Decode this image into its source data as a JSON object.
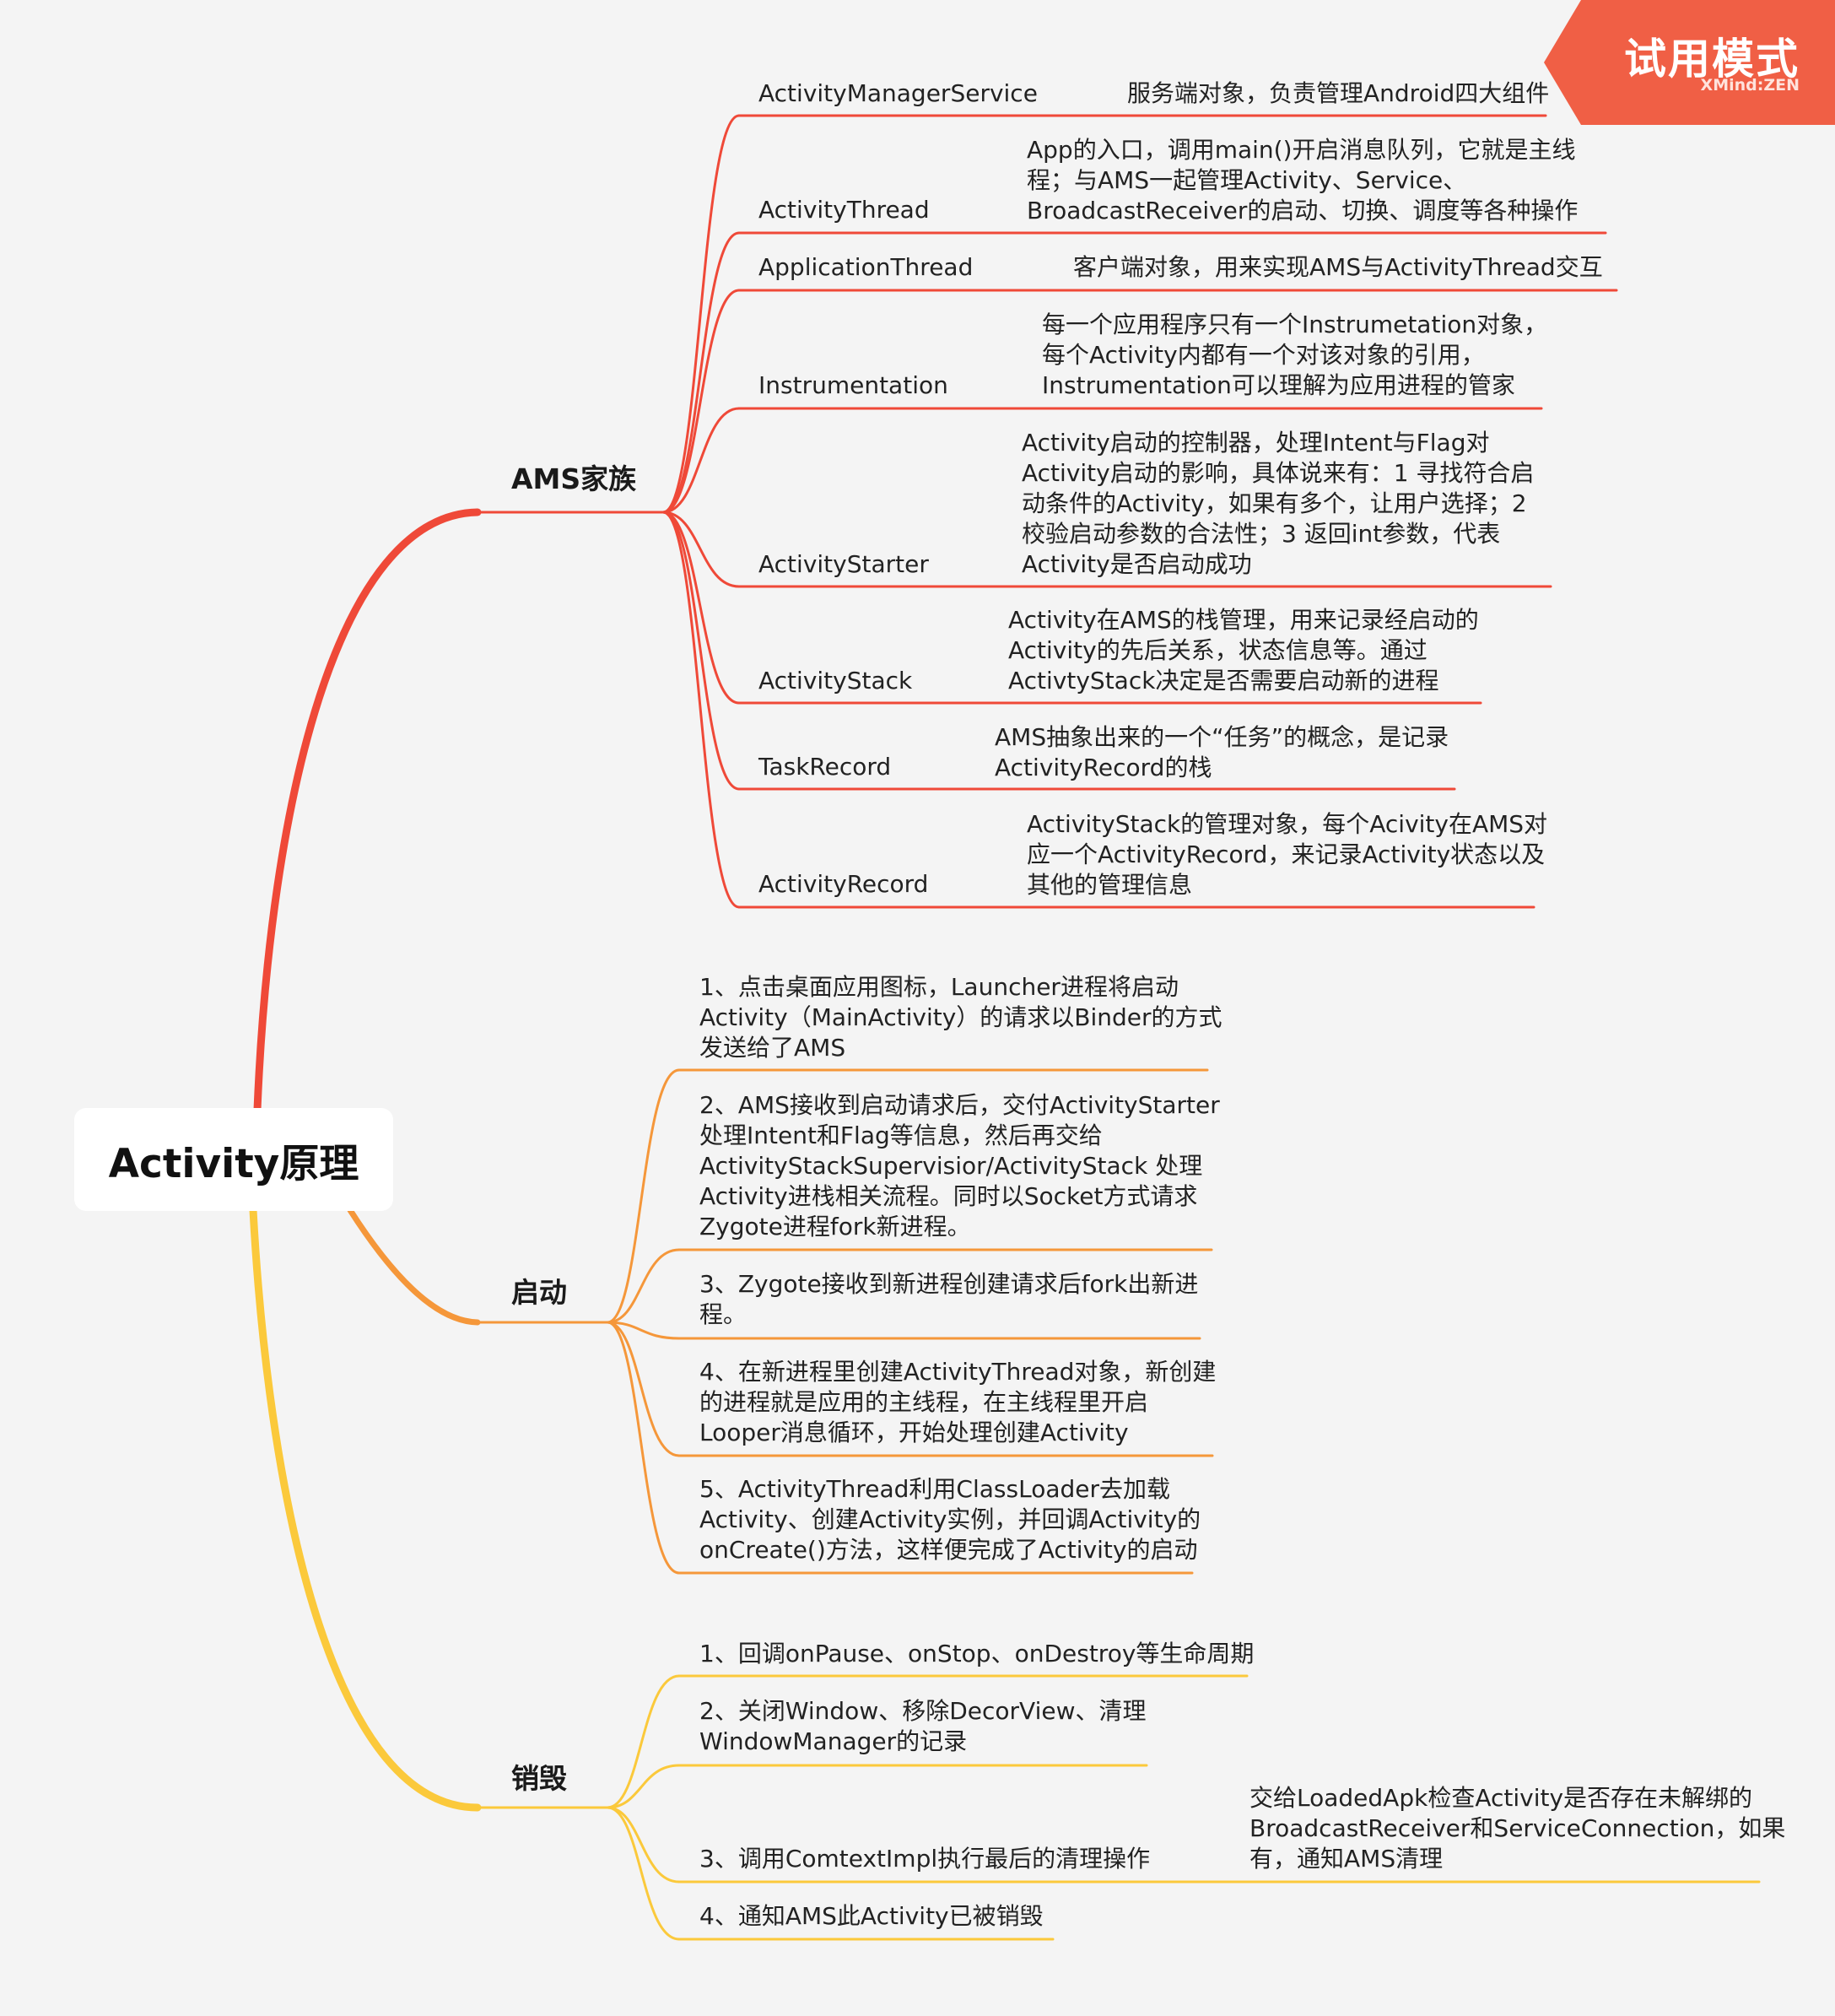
{
  "root": {
    "label": "Activity原理"
  },
  "watermark": {
    "title": "试用模式",
    "brand": "XMind:ZEN"
  },
  "colors": {
    "ams": "#ef4938",
    "start": "#f5973a",
    "destroy": "#fbc93b",
    "watermark": "#f05f45"
  },
  "branches": {
    "ams": {
      "label": "AMS家族",
      "items": [
        {
          "name": "ActivityManagerService",
          "desc": "服务端对象，负责管理Android四大组件"
        },
        {
          "name": "ActivityThread",
          "desc": "App的入口，调用main()开启消息队列，它就是主线\n程；与AMS一起管理Activity、Service、\nBroadcastReceiver的启动、切换、调度等各种操作"
        },
        {
          "name": "ApplicationThread",
          "desc": "客户端对象，用来实现AMS与ActivityThread交互"
        },
        {
          "name": "Instrumentation",
          "desc": "每一个应用程序只有一个Instrumetation对象，\n每个Activity内都有一个对该对象的引用，\nInstrumentation可以理解为应用进程的管家"
        },
        {
          "name": "ActivityStarter",
          "desc": "Activity启动的控制器，处理Intent与Flag对\nActivity启动的影响，具体说来有：1 寻找符合启\n动条件的Activity，如果有多个，让用户选择；2\n校验启动参数的合法性；3 返回int参数，代表\nActivity是否启动成功"
        },
        {
          "name": "ActivityStack",
          "desc": "Activity在AMS的栈管理，用来记录经启动的\nActivity的先后关系，状态信息等。通过\nActivtyStack决定是否需要启动新的进程"
        },
        {
          "name": "TaskRecord",
          "desc": "AMS抽象出来的一个“任务”的概念，是记录\nActivityRecord的栈"
        },
        {
          "name": "ActivityRecord",
          "desc": "ActivityStack的管理对象，每个Acivity在AMS对\n应一个ActivityRecord，来记录Activity状态以及\n其他的管理信息"
        }
      ]
    },
    "start": {
      "label": "启动",
      "items": [
        "1、点击桌面应用图标，Launcher进程将启动\nActivity（MainActivity）的请求以Binder的方式\n发送给了AMS",
        "2、AMS接收到启动请求后，交付ActivityStarter\n处理Intent和Flag等信息，然后再交给\nActivityStackSupervisior/ActivityStack 处理\nActivity进栈相关流程。同时以Socket方式请求\nZygote进程fork新进程。",
        "3、Zygote接收到新进程创建请求后fork出新进\n程。",
        "4、在新进程里创建ActivityThread对象，新创建\n的进程就是应用的主线程，在主线程里开启\nLooper消息循环，开始处理创建Activity",
        "5、ActivityThread利用ClassLoader去加载\nActivity、创建Activity实例，并回调Activity的\nonCreate()方法，这样便完成了Activity的启动"
      ]
    },
    "destroy": {
      "label": "销毁",
      "items": [
        "1、回调onPause、onStop、onDestroy等生命周期",
        "2、关闭Window、移除DecorView、清理\nWindowManager的记录",
        "3、调用ComtextImpl执行最后的清理操作",
        "4、通知AMS此Activity已被销毁"
      ],
      "sub": "交给LoadedApk检查Activity是否存在未解绑的\nBroadcastReceiver和ServiceConnection，如果\n有，通知AMS清理"
    }
  }
}
